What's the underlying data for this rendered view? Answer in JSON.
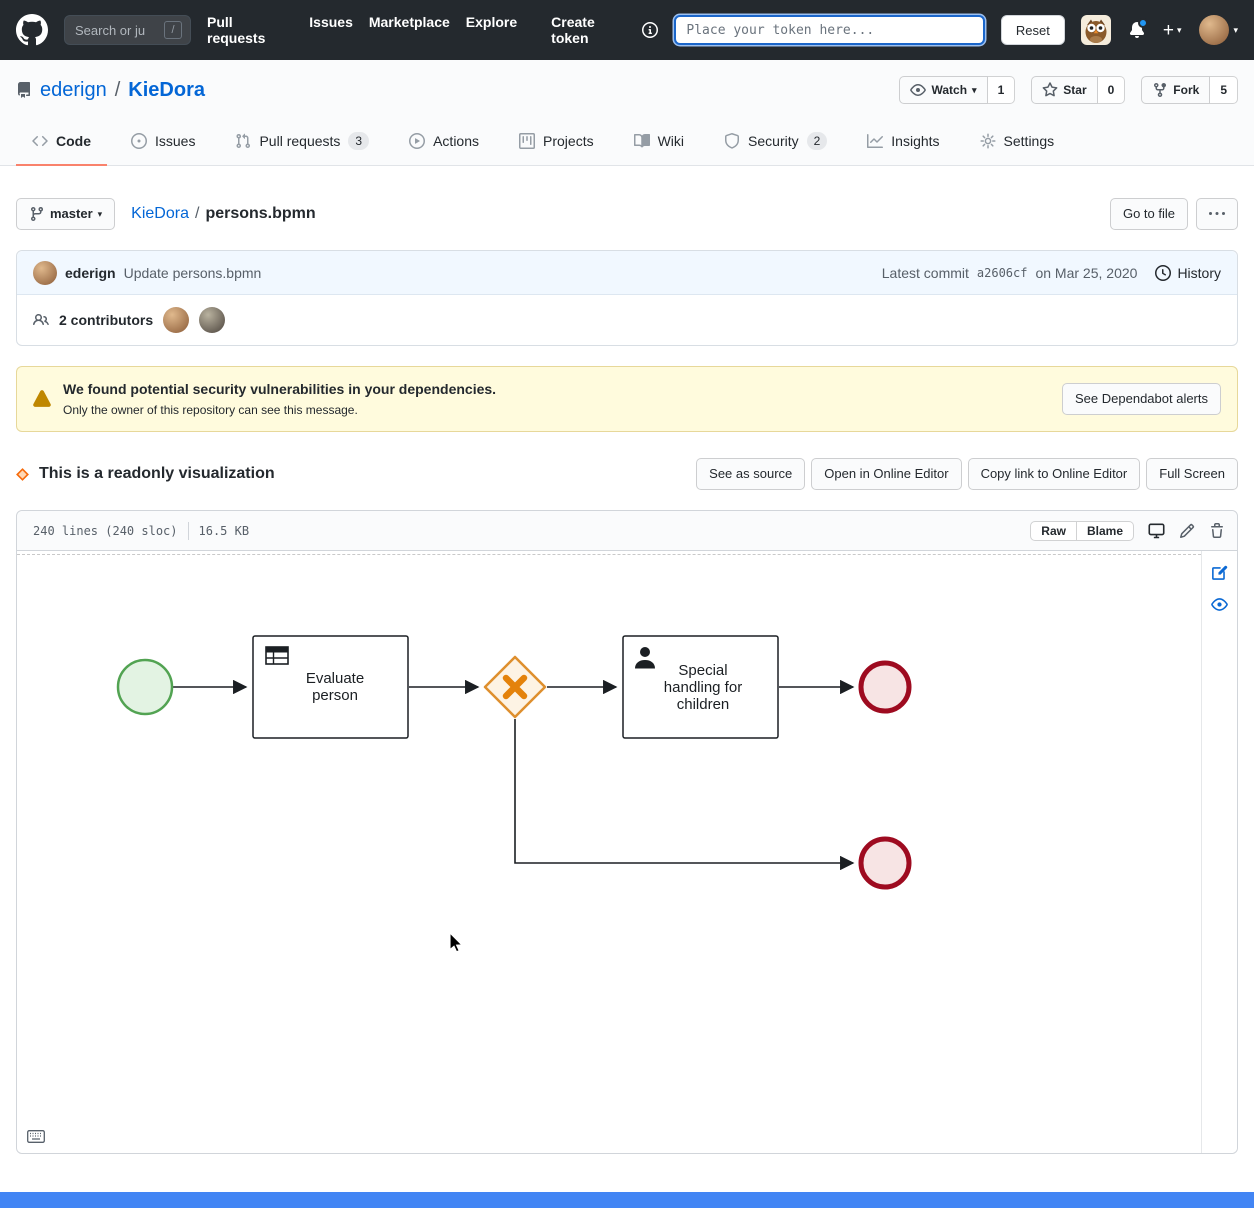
{
  "header": {
    "search": {
      "placeholder": "Search or ju",
      "shortcut_key": "/"
    },
    "nav_items": [
      "Pull requests",
      "Issues",
      "Marketplace",
      "Explore"
    ],
    "create_token_label": "Create token",
    "token_input_placeholder": "Place your token here...",
    "reset_button_label": "Reset"
  },
  "repo_header": {
    "owner": "ederign",
    "separator": "/",
    "name": "KieDora",
    "watch": {
      "label": "Watch",
      "count": "1"
    },
    "star": {
      "label": "Star",
      "count": "0"
    },
    "fork": {
      "label": "Fork",
      "count": "5"
    }
  },
  "tabs": [
    {
      "label": "Code"
    },
    {
      "label": "Issues"
    },
    {
      "label": "Pull requests",
      "badge": "3"
    },
    {
      "label": "Actions"
    },
    {
      "label": "Projects"
    },
    {
      "label": "Wiki"
    },
    {
      "label": "Security",
      "badge": "2"
    },
    {
      "label": "Insights"
    },
    {
      "label": "Settings"
    }
  ],
  "file_nav": {
    "branch_label": "master",
    "breadcrumb": {
      "repo": "KieDora",
      "separator": "/",
      "file": "persons.bpmn"
    },
    "go_to_file_label": "Go to file"
  },
  "commit_bar": {
    "author": "ederign",
    "message": "Update persons.bpmn",
    "latest_commit_label": "Latest commit",
    "sha": "a2606cf",
    "date": "on Mar 25, 2020",
    "history_label": "History"
  },
  "contributors_bar": {
    "label": "2 contributors"
  },
  "security_banner": {
    "title": "We found potential security vulnerabilities in your dependencies.",
    "subtitle": "Only the owner of this repository can see this message.",
    "button_label": "See Dependabot alerts"
  },
  "viz_bar": {
    "title": "This is a readonly visualization",
    "buttons": [
      "See as source",
      "Open in Online Editor",
      "Copy link to Online Editor",
      "Full Screen"
    ]
  },
  "file_header": {
    "lines_info": "240 lines (240 sloc)",
    "file_size": "16.5 KB",
    "raw_label": "Raw",
    "blame_label": "Blame"
  },
  "diagram": {
    "task_evaluate_lines": {
      "line1": "Evaluate",
      "line2": "person"
    },
    "task_special_lines": {
      "line1": "Special",
      "line2": "handling for",
      "line3": "children"
    },
    "colors": {
      "start_fill": "#e3f3e3",
      "start_stroke": "#52a352",
      "gateway_fill": "#fdf3e4",
      "gateway_stroke": "#de8f2e",
      "gateway_x": "#e4820b",
      "end_fill": "#f7e4e4",
      "end_stroke": "#9e0b20",
      "flow": "#1b1f23"
    }
  },
  "colors": {
    "header_bg": "#24292e",
    "link_blue": "#0366d6",
    "tab_underline": "#f9826c",
    "commit_bar_bg": "#f1f8ff",
    "warning_bg": "#fffbdd",
    "footer_bar": "#4285f4"
  }
}
